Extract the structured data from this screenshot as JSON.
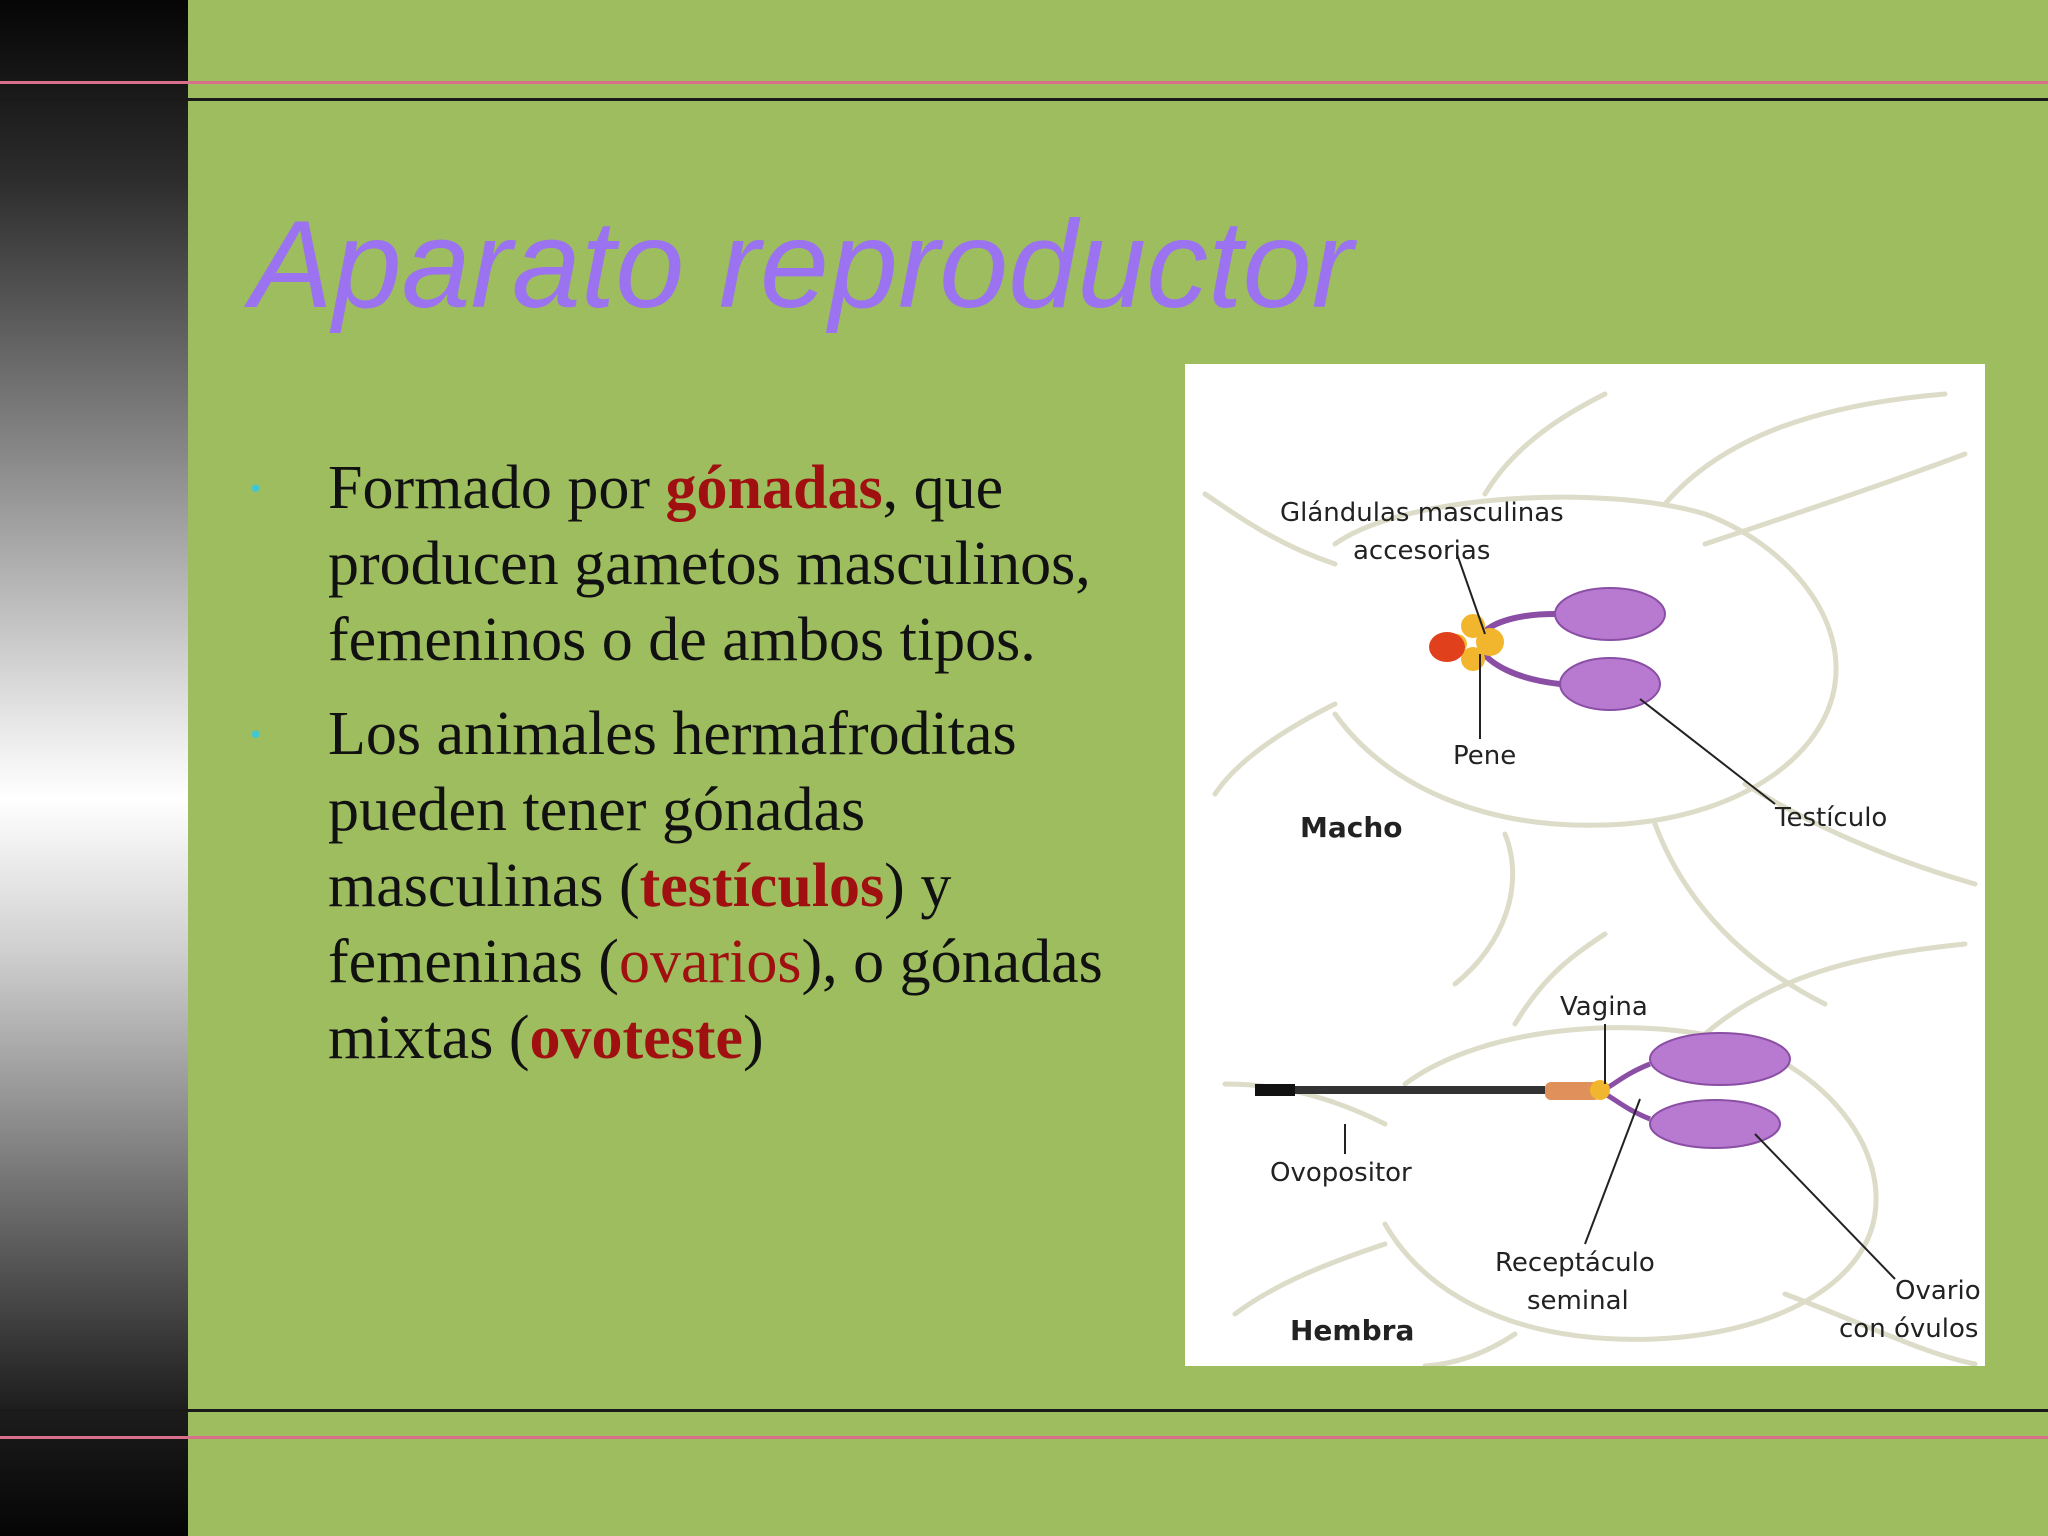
{
  "slide": {
    "title": "Aparato reproductor",
    "bullets": [
      {
        "parts": [
          {
            "text": "Formado por ",
            "style": "normal"
          },
          {
            "text": "gónadas",
            "style": "bold-red"
          },
          {
            "text": ", que producen gametos masculinos, femeninos o de ambos tipos.",
            "style": "normal"
          }
        ]
      },
      {
        "parts": [
          {
            "text": "Los animales hermafroditas pueden tener gónadas masculinas (",
            "style": "normal"
          },
          {
            "text": "testículos",
            "style": "bold-red"
          },
          {
            "text": ") y femeninas (",
            "style": "normal"
          },
          {
            "text": "ovarios",
            "style": "red"
          },
          {
            "text": "), o gónadas mixtas (",
            "style": "normal"
          },
          {
            "text": "ovoteste",
            "style": "bold-red"
          },
          {
            "text": ")",
            "style": "normal"
          }
        ]
      }
    ]
  },
  "diagram": {
    "labels": {
      "glandulas_line1": "Glándulas masculinas",
      "glandulas_line2": "accesorias",
      "pene": "Pene",
      "testiculo": "Testículo",
      "macho": "Macho",
      "vagina": "Vagina",
      "ovopositor": "Ovopositor",
      "receptaculo_line1": "Receptáculo",
      "receptaculo_line2": "seminal",
      "ovario_line1": "Ovario",
      "ovario_line2": "con óvulos",
      "hembra": "Hembra"
    }
  },
  "colors": {
    "background": "#9dbd5f",
    "title": "#9b73f0",
    "highlight": "#a01010",
    "bullet": "#41c7d1",
    "gonad": "#b77ad0",
    "gland": "#f2b62e",
    "penis": "#e0401c"
  }
}
